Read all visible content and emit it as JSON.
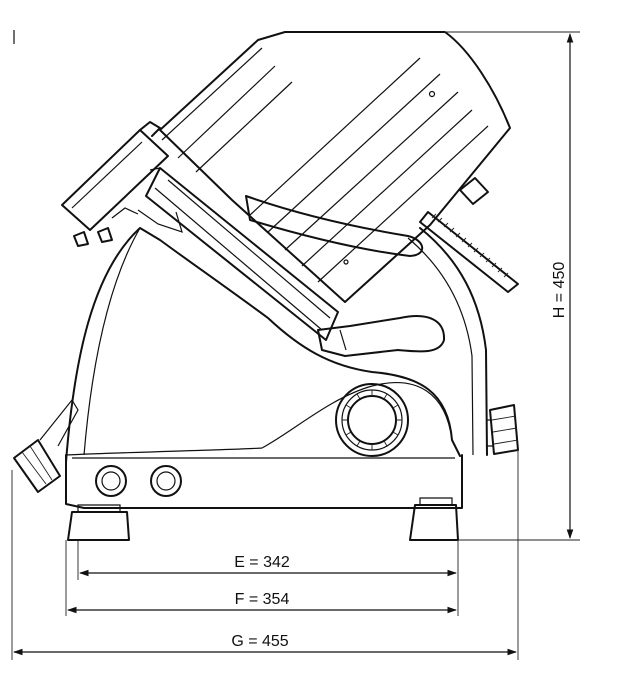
{
  "dimensions": {
    "height_label": "H = 450",
    "e_label": "E = 342",
    "f_label": "F =  354",
    "g_label": "G = 455"
  }
}
